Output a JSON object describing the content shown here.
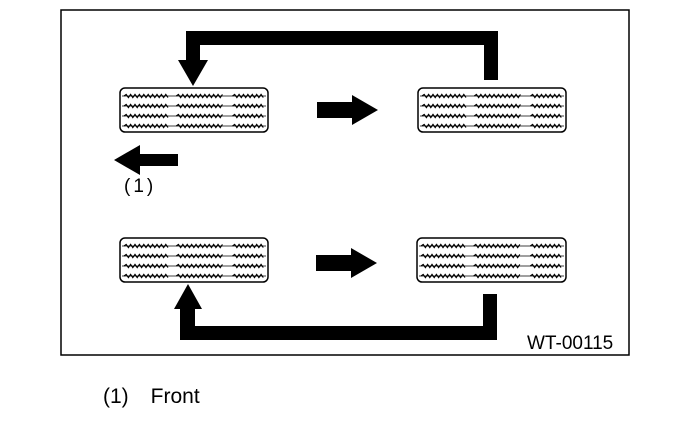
{
  "figure": {
    "diagram_id": "WT-00115",
    "front_marker": "(1)",
    "direction_arrow_icon": "arrow-left-icon",
    "move_arrow_icon": "arrow-right-icon"
  },
  "legend": [
    {
      "number": "(1)",
      "label": "Front"
    }
  ],
  "colors": {
    "line": "#000000",
    "background": "#ffffff"
  }
}
